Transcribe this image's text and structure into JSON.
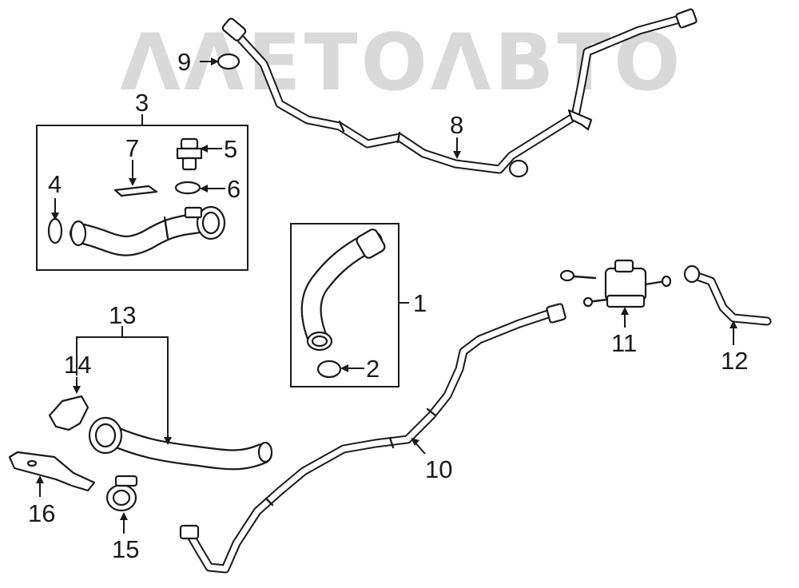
{
  "watermark": {
    "text": "ΛΛΕΤΟΛΒΤΟ",
    "color": "#d8d8d8"
  },
  "callouts": [
    {
      "id": "1",
      "label": "1"
    },
    {
      "id": "2",
      "label": "2"
    },
    {
      "id": "3",
      "label": "3"
    },
    {
      "id": "4",
      "label": "4"
    },
    {
      "id": "5",
      "label": "5"
    },
    {
      "id": "6",
      "label": "6"
    },
    {
      "id": "7",
      "label": "7"
    },
    {
      "id": "8",
      "label": "8"
    },
    {
      "id": "9",
      "label": "9"
    },
    {
      "id": "10",
      "label": "10"
    },
    {
      "id": "11",
      "label": "11"
    },
    {
      "id": "12",
      "label": "12"
    },
    {
      "id": "13",
      "label": "13"
    },
    {
      "id": "14",
      "label": "14"
    },
    {
      "id": "15",
      "label": "15"
    },
    {
      "id": "16",
      "label": "16"
    }
  ],
  "colors": {
    "line": "#1a1a1a",
    "background": "#ffffff"
  }
}
